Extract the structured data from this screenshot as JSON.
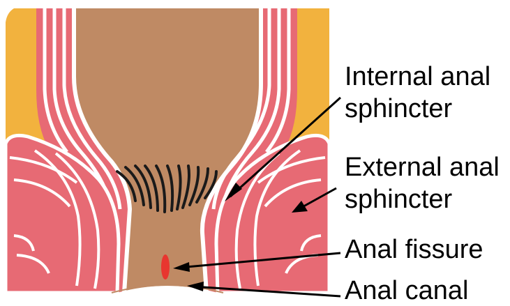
{
  "labels": {
    "internal_sphincter": {
      "line1": "Internal anal",
      "line2": "sphincter"
    },
    "external_sphincter": {
      "line1": "External anal",
      "line2": "sphincter"
    },
    "fissure": "Anal fissure",
    "canal": "Anal canal"
  },
  "colors": {
    "fat": "#f2b23e",
    "muscle": "#e76a74",
    "mucosa": "#bf8a64",
    "fissure": "#e8362f",
    "outline": "#ffffff",
    "ink": "#000000",
    "hair_lines": "#1a1a1a"
  }
}
